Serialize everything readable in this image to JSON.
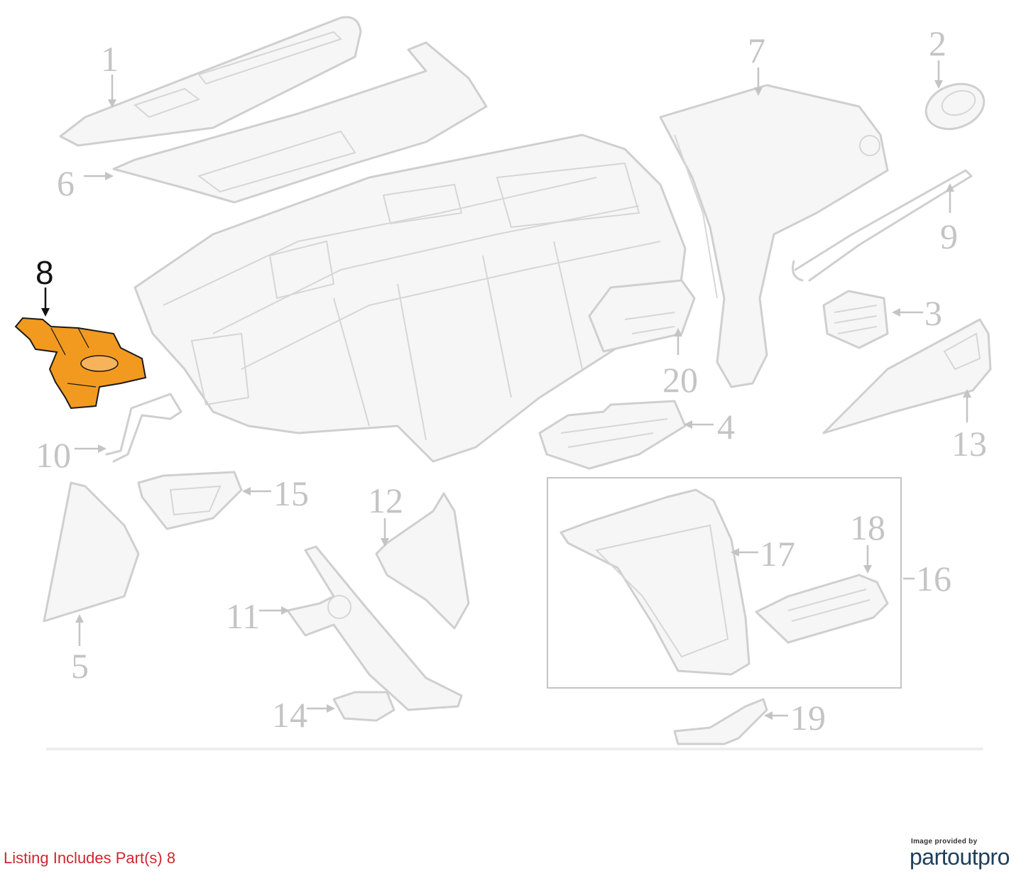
{
  "callouts": [
    {
      "id": "1",
      "label": "1"
    },
    {
      "id": "2",
      "label": "2"
    },
    {
      "id": "3",
      "label": "3"
    },
    {
      "id": "4",
      "label": "4"
    },
    {
      "id": "5",
      "label": "5"
    },
    {
      "id": "6",
      "label": "6"
    },
    {
      "id": "7",
      "label": "7"
    },
    {
      "id": "8",
      "label": "8",
      "highlighted": true
    },
    {
      "id": "9",
      "label": "9"
    },
    {
      "id": "10",
      "label": "10"
    },
    {
      "id": "11",
      "label": "11"
    },
    {
      "id": "12",
      "label": "12"
    },
    {
      "id": "13",
      "label": "13"
    },
    {
      "id": "14",
      "label": "14"
    },
    {
      "id": "15",
      "label": "15"
    },
    {
      "id": "16",
      "label": "16"
    },
    {
      "id": "17",
      "label": "17"
    },
    {
      "id": "18",
      "label": "18"
    },
    {
      "id": "19",
      "label": "19"
    },
    {
      "id": "20",
      "label": "20"
    }
  ],
  "colors": {
    "highlight_fill": "#f29a1f",
    "highlight_stroke": "#1a1a1a",
    "line_art": "#cfcfcf",
    "listing_text": "#d0262f",
    "brand": "#1e3f5a"
  },
  "listing_text": "Listing Includes Part(s) 8",
  "credit": {
    "small": "Image provided by",
    "brand": "partoutpro"
  }
}
